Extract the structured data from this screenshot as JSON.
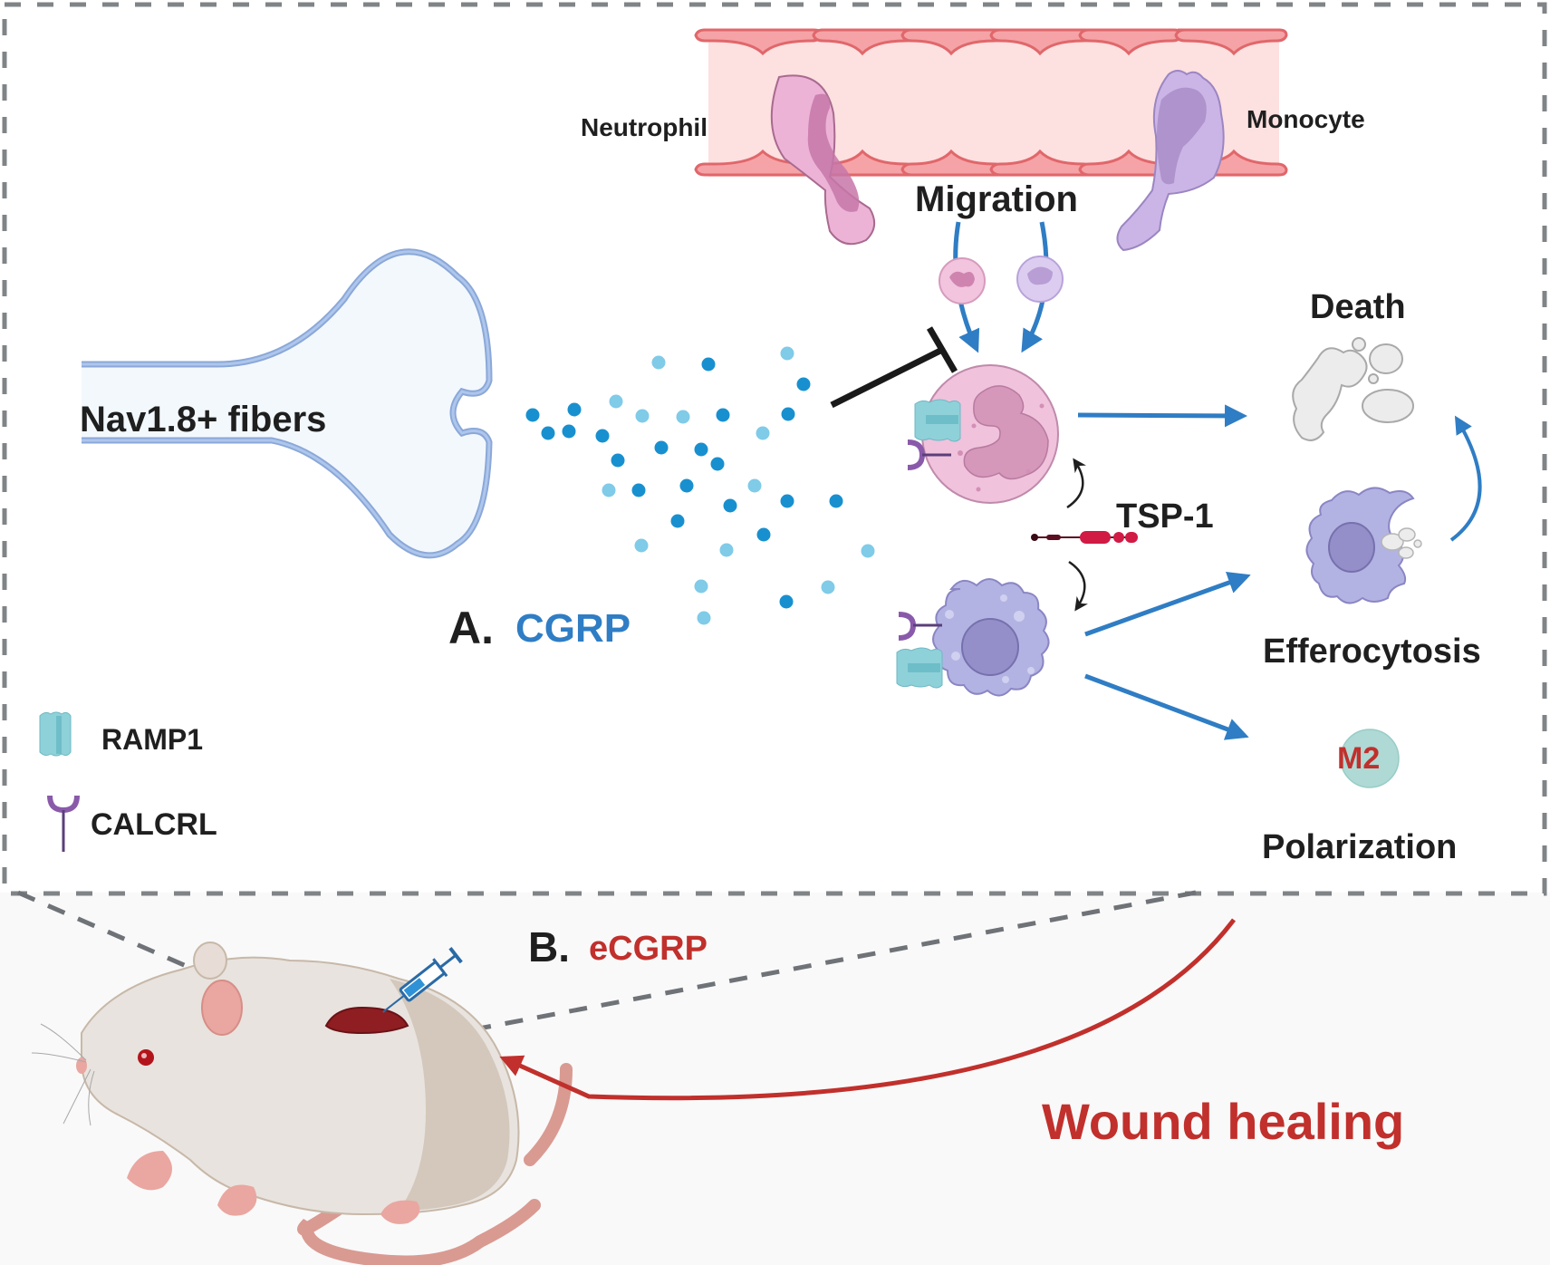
{
  "figure": {
    "panel_a": {
      "letter": "A.",
      "label": "CGRP",
      "label_color": "#2f7dc4"
    },
    "panel_b": {
      "letter": "B.",
      "label": "eCGRP",
      "label_color": "#c1302c"
    },
    "blood_vessel": {
      "left_cell": "Neutrophil",
      "right_cell": "Monocyte",
      "process": "Migration"
    },
    "nerve": {
      "label": "Nav1.8+ fibers"
    },
    "mediator": {
      "label": "TSP-1"
    },
    "outcomes": [
      {
        "label": "Death"
      },
      {
        "label": "Efferocytosis"
      },
      {
        "label": "Polarization",
        "badge": "M2"
      }
    ],
    "legend": [
      {
        "icon": "ramp1-receptor-icon",
        "label": "RAMP1"
      },
      {
        "icon": "calcrl-receptor-icon",
        "label": "CALCRL"
      }
    ],
    "result": {
      "label": "Wound healing",
      "color": "#c1302c"
    },
    "colors": {
      "cgrp_dark": "#1890cf",
      "cgrp_light": "#7fcbe8",
      "arrow_blue": "#2f7dc4",
      "neutrophil": "#f0c2dc",
      "monocyte": "#b3b3e3",
      "m2": "#cfeae8",
      "tsp1": "#d11a44",
      "dash": "#808487"
    }
  }
}
